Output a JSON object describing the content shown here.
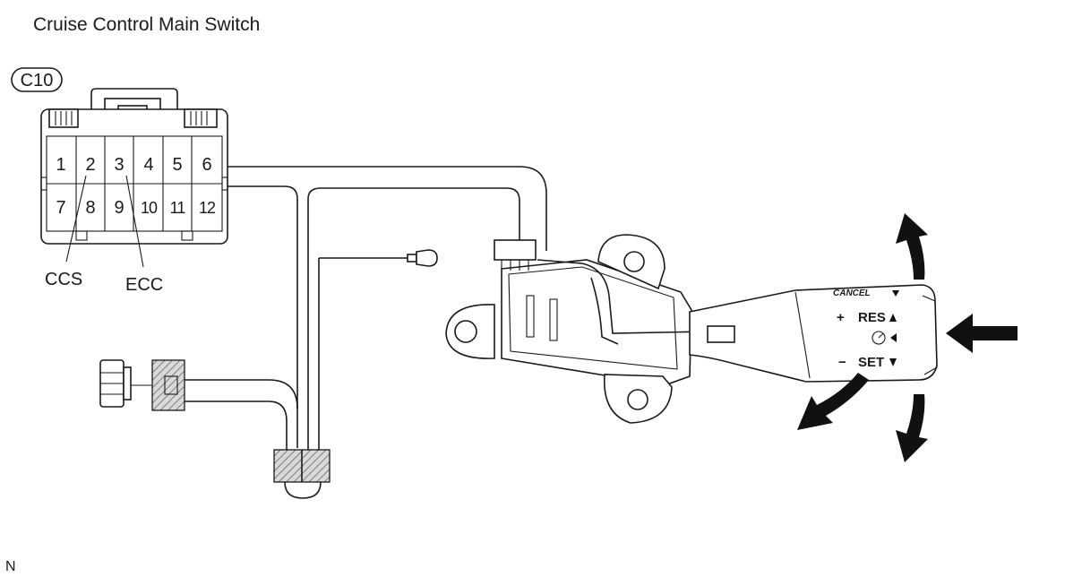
{
  "title": "Cruise Control Main Switch",
  "connector": {
    "code": "C10",
    "pins_top": [
      "1",
      "2",
      "3",
      "4",
      "5",
      "6"
    ],
    "pins_bottom": [
      "7",
      "8",
      "9",
      "10",
      "11",
      "12"
    ]
  },
  "callouts": {
    "ccs": "CCS",
    "ecc": "ECC"
  },
  "switch": {
    "cancel": "CANCEL",
    "res": "RES",
    "res_sign": "+",
    "set": "SET",
    "set_sign": "−"
  },
  "corner_code": "N"
}
